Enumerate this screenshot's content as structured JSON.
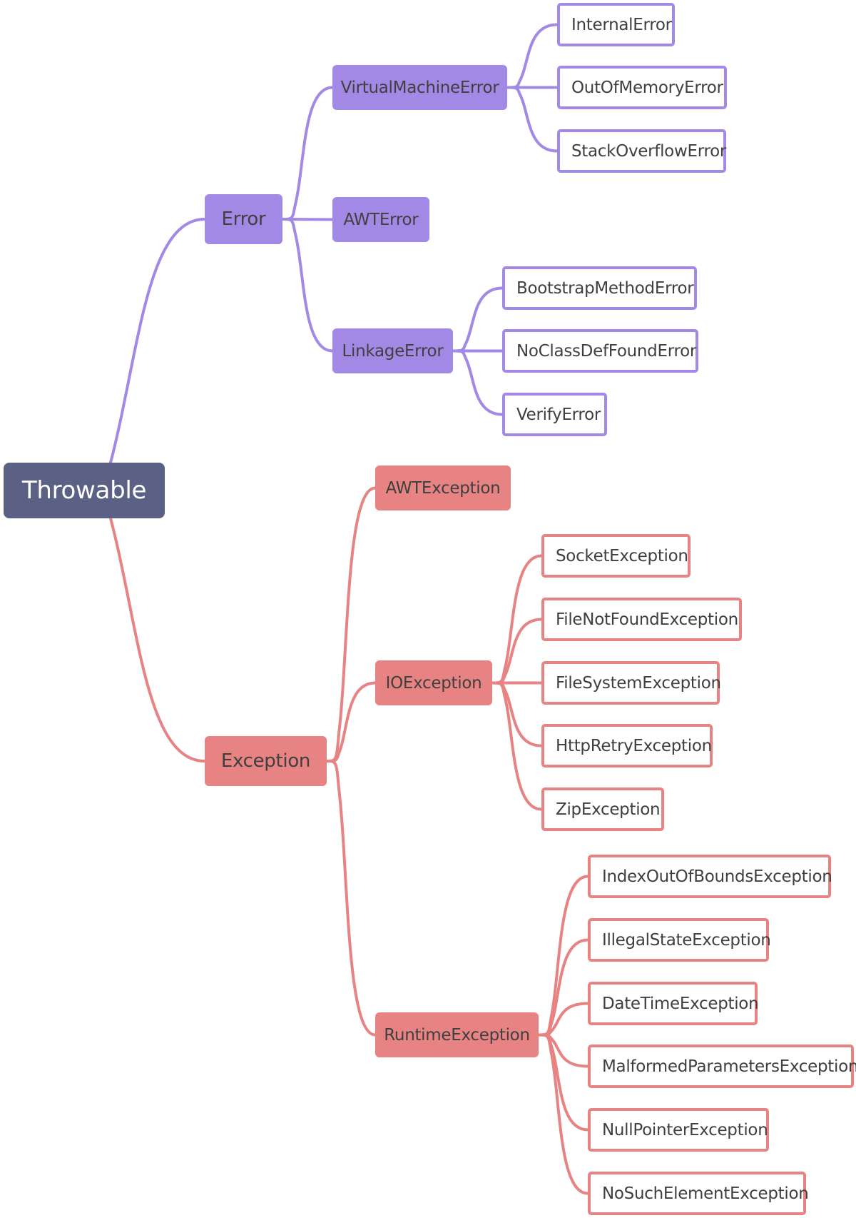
{
  "colors": {
    "root": "#5b6185",
    "error_branch": "#a389e6",
    "exception_branch": "#e78383"
  },
  "tree": {
    "root": "Throwable",
    "error": {
      "label": "Error",
      "virtual_machine_error": {
        "label": "VirtualMachineError",
        "children": [
          "InternalError",
          "OutOfMemoryError",
          "StackOverflowError"
        ]
      },
      "awt_error": {
        "label": "AWTError"
      },
      "linkage_error": {
        "label": "LinkageError",
        "children": [
          "BootstrapMethodError",
          "NoClassDefFoundError",
          "VerifyError"
        ]
      }
    },
    "exception": {
      "label": "Exception",
      "awt_exception": {
        "label": "AWTException"
      },
      "io_exception": {
        "label": "IOException",
        "children": [
          "SocketException",
          "FileNotFoundException",
          "FileSystemException",
          "HttpRetryException",
          "ZipException"
        ]
      },
      "runtime_exception": {
        "label": "RuntimeException",
        "children": [
          "IndexOutOfBoundsException",
          "IllegalStateException",
          "DateTimeException",
          "MalformedParametersException",
          "NullPointerException",
          "NoSuchElementException"
        ]
      }
    }
  }
}
